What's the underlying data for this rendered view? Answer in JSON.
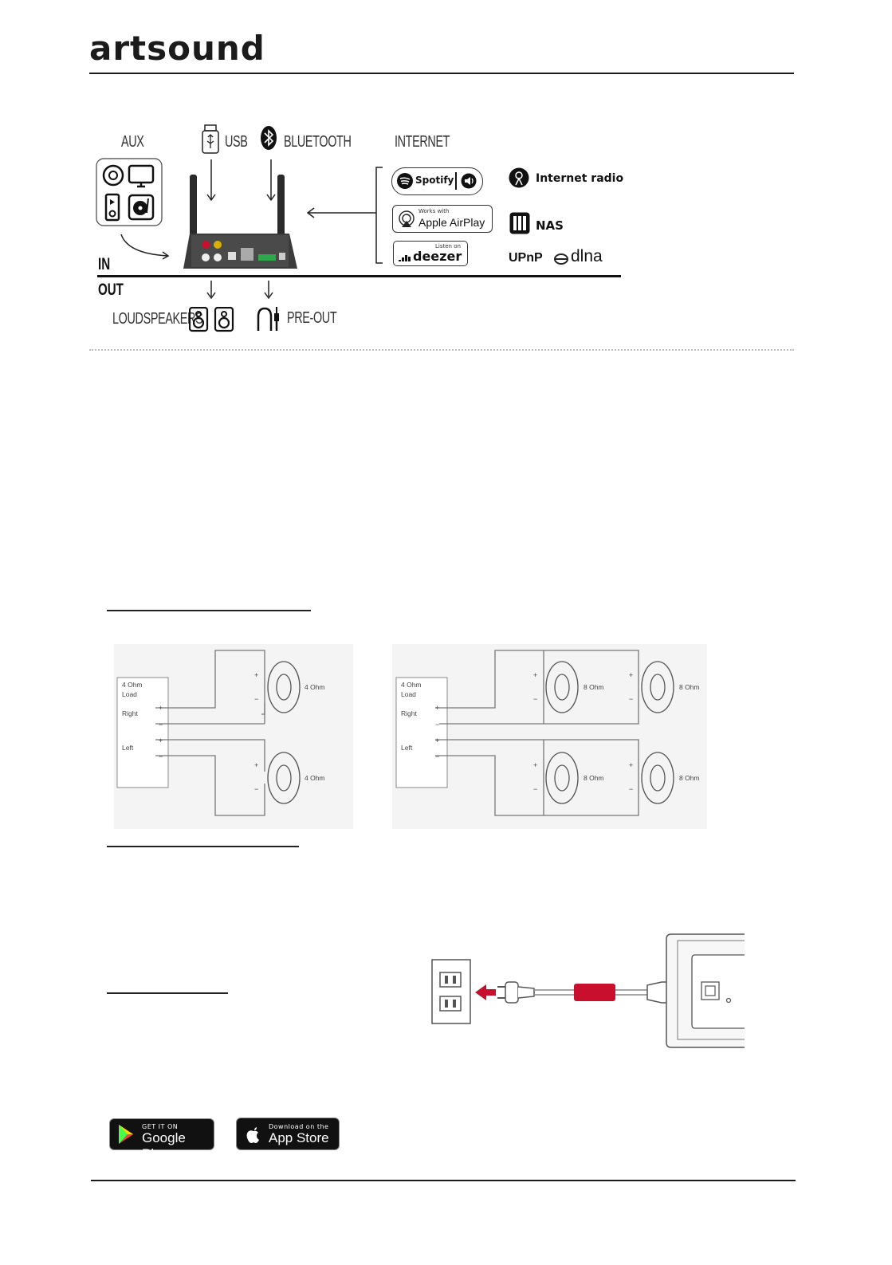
{
  "header": {
    "logo_text": "artsound"
  },
  "diagram": {
    "aux_label": "AUX",
    "usb_label": "USB",
    "bluetooth_label": "BLUETOOTH",
    "internet_label": "INTERNET",
    "in_label": "IN",
    "out_label": "OUT",
    "loudspeakers_label": "LOUDSPEAKERS",
    "preout_label": "PRE-OUT",
    "services": {
      "spotify": "Spotify",
      "airplay_small": "Works with",
      "airplay_big": "Apple AirPlay",
      "deezer_small": "Listen on",
      "deezer_big": "deezer",
      "internet_radio": "Internet radio",
      "nas": "NAS",
      "upnp": "UPnP",
      "dlna": "dlna"
    }
  },
  "wiring": {
    "left": {
      "load": "4 Ohm",
      "load2": "Load",
      "right": "Right",
      "left": "Left",
      "speaker_top": "4 Ohm",
      "speaker_bottom": "4 Ohm"
    },
    "right": {
      "load": "4 Ohm",
      "load2": "Load",
      "right": "Right",
      "left": "Left",
      "speakers": [
        "8 Ohm",
        "8 Ohm",
        "8 Ohm",
        "8 Ohm"
      ]
    }
  },
  "badges": {
    "google_small": "GET IT ON",
    "google_big": "Google Play",
    "apple_small": "Download on the",
    "apple_big": "App Store"
  },
  "colors": {
    "accent_red": "#c8102e"
  }
}
